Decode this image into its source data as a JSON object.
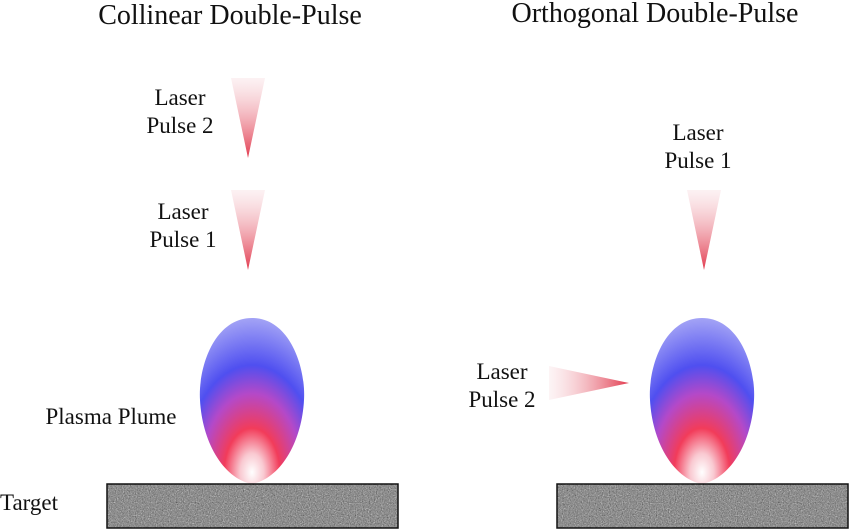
{
  "panels": [
    {
      "title": "Collinear Double-Pulse",
      "pulse_a": [
        "Laser",
        "Pulse 2"
      ],
      "pulse_b": [
        "Laser",
        "Pulse 1"
      ],
      "plume_label": "Plasma Plume",
      "target_label": "Target"
    },
    {
      "title": "Orthogonal Double-Pulse",
      "pulse_a": [
        "Laser",
        "Pulse 1"
      ],
      "pulse_b": [
        "Laser",
        "Pulse 2"
      ]
    }
  ],
  "colors": {
    "laser_tip": "#e23a4e",
    "plume_top": "#7f7ff2",
    "plume_mid": "#4f4ff0",
    "plume_bottom": "#f23c5a",
    "plume_core": "#ffffff",
    "target_fill": "#6e6e6e",
    "target_border": "#111111"
  }
}
